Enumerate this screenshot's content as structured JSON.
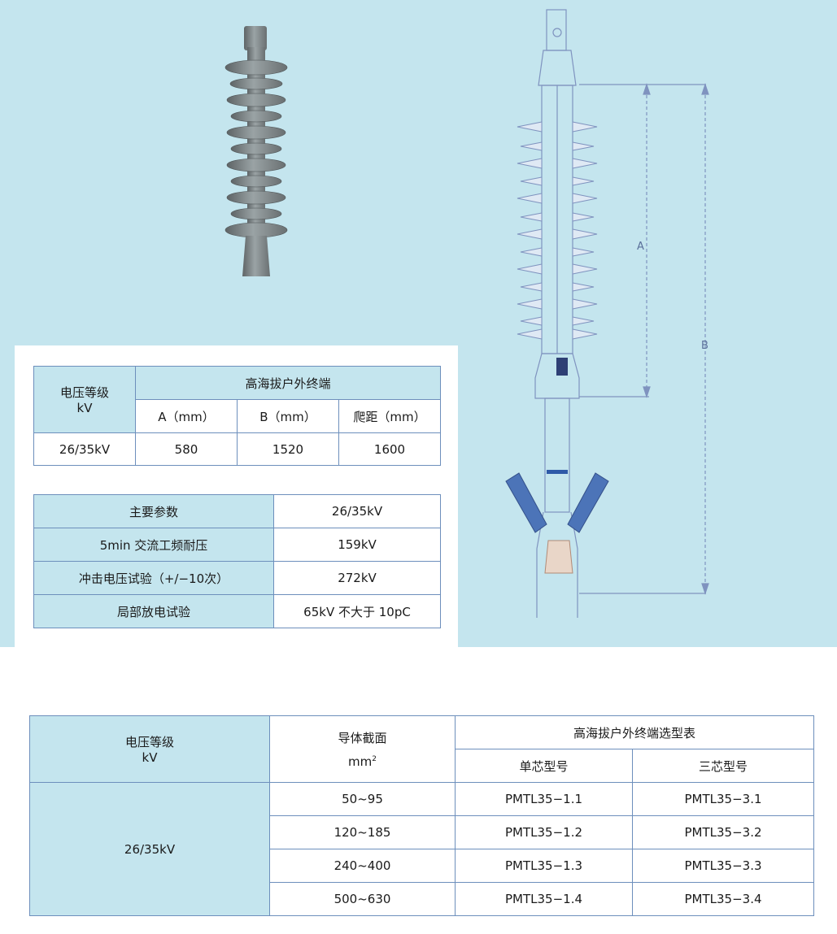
{
  "spec_table": {
    "voltage_header_line1": "电压等级",
    "voltage_header_line2": "kV",
    "group_header": "高海拔户外终端",
    "col_a": "A（mm）",
    "col_b": "B（mm）",
    "col_creep": "爬距（mm）",
    "row": {
      "voltage": "26/35kV",
      "a": "580",
      "b": "1520",
      "creep": "1600"
    }
  },
  "param_table": {
    "rows": [
      {
        "label": "主要参数",
        "value": "26/35kV"
      },
      {
        "label": "5min 交流工频耐压",
        "value": "159kV"
      },
      {
        "label": "冲击电压试验（+/−10次）",
        "value": "272kV"
      },
      {
        "label": "局部放电试验",
        "value": "65kV 不大于 10pC"
      }
    ]
  },
  "drawing": {
    "label_a": "A",
    "label_b": "B"
  },
  "select_table": {
    "voltage_header_line1": "电压等级",
    "voltage_header_line2": "kV",
    "section_header_line1": "导体截面",
    "section_header_unit": "mm",
    "section_header_sup": "2",
    "group_header": "高海拔户外终端选型表",
    "single_core": "单芯型号",
    "three_core": "三芯型号",
    "voltage": "26/35kV",
    "rows": [
      {
        "section": "50~95",
        "single": "PMTL35−1.1",
        "three": "PMTL35−3.1"
      },
      {
        "section": "120~185",
        "single": "PMTL35−1.2",
        "three": "PMTL35−3.2"
      },
      {
        "section": "240~400",
        "single": "PMTL35−1.3",
        "three": "PMTL35−3.3"
      },
      {
        "section": "500~630",
        "single": "PMTL35−1.4",
        "three": "PMTL35−3.4"
      }
    ]
  },
  "icons": [
    "terminal-photo",
    "terminal-drawing"
  ],
  "colors": {
    "panel": "#c4e5ee",
    "border": "#6d8fbc",
    "drawing_line": "#7f93bf",
    "shed_blue": "#4c74b8"
  }
}
